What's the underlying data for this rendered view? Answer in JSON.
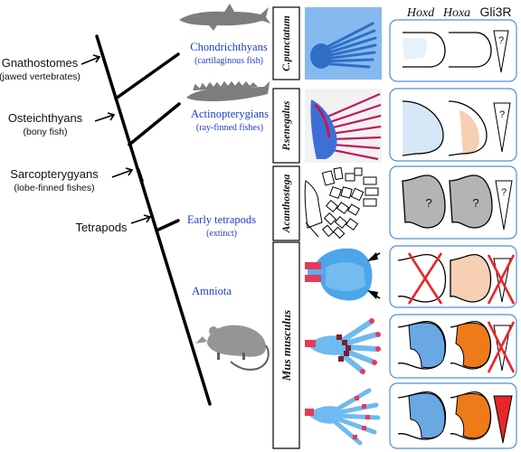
{
  "headers": [
    "Hoxd",
    "Hoxa",
    "Gli3R"
  ],
  "clades": [
    {
      "name": "Gnathostomes",
      "desc": "(jawed vertebrates)"
    },
    {
      "name": "Osteichthyans",
      "desc": "(bony fish)"
    },
    {
      "name": "Sarcopterygyans",
      "desc": "(lobe-finned fishes)"
    },
    {
      "name": "Tetrapods",
      "desc": ""
    }
  ],
  "taxa": [
    {
      "name": "Chondrichthyans",
      "desc": "(cartilaginous fish)"
    },
    {
      "name": "Actinopterygians",
      "desc": "(ray-finned fishes)"
    },
    {
      "name": "Early tetrapods",
      "desc": "(extinct)"
    },
    {
      "name": "Amniota",
      "desc": ""
    }
  ],
  "species": [
    "C.punctatum",
    "P.senegalus",
    "Acanthostega",
    "Mus musculus"
  ],
  "question_mark": "?",
  "colors": {
    "panel_border": "#4a90d9",
    "hoxd_blue": "#6aa8e4",
    "hoxd_light": "#cfe4f6",
    "hoxa_orange": "#ee7a1a",
    "hoxa_light": "#f6cfb4",
    "gli_red": "#e8262a",
    "grey_fill": "#b4b4b4",
    "taxon_blue": "#1e3cc8"
  }
}
